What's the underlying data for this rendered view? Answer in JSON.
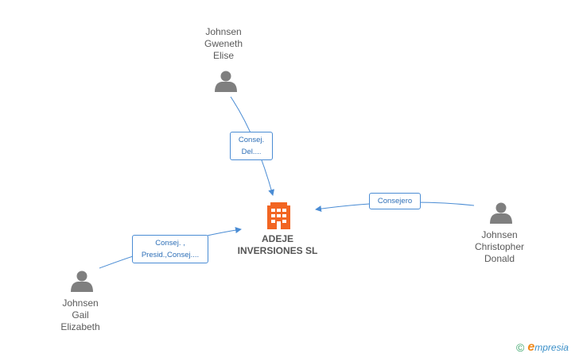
{
  "company": {
    "line1": "ADEJE",
    "line2": "INVERSIONES SL",
    "icon": "building-icon",
    "color": "#f26522"
  },
  "people": [
    {
      "key": "gweneth",
      "lines": [
        "Johnsen",
        "Gweneth",
        "Elise"
      ],
      "icon": "person-icon"
    },
    {
      "key": "christopher",
      "lines": [
        "Johnsen",
        "Christopher",
        "Donald"
      ],
      "icon": "person-icon"
    },
    {
      "key": "gail",
      "lines": [
        "Johnsen",
        "Gail",
        "Elizabeth"
      ],
      "icon": "person-icon"
    }
  ],
  "relations": [
    {
      "from": "gweneth",
      "lines": [
        "Consej.",
        "Del...."
      ]
    },
    {
      "from": "christopher",
      "lines": [
        "Consejero"
      ]
    },
    {
      "from": "gail",
      "lines": [
        "Consej. ,",
        "Presid.,Consej...."
      ]
    }
  ],
  "brand": {
    "copyright": "©",
    "e": "e",
    "word": "mpresia"
  },
  "colors": {
    "edge": "#4a8cd4",
    "label_text": "#2e6fb7",
    "icon": "#7f7f7f"
  }
}
